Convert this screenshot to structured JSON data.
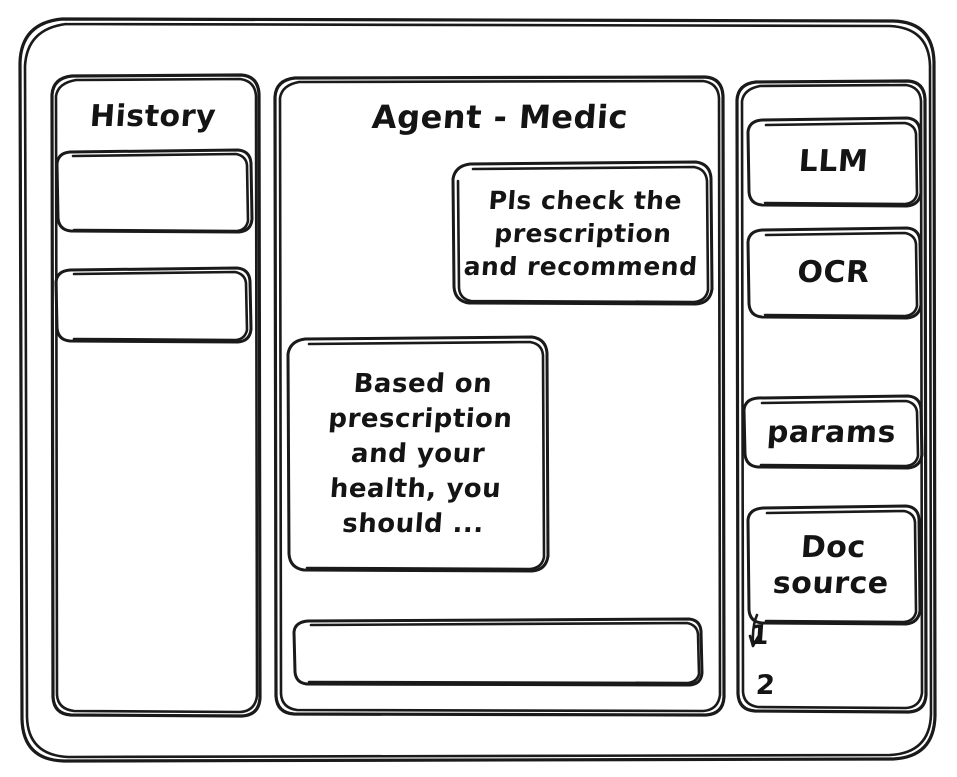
{
  "window": {
    "frame_name": "app-window"
  },
  "sidebar_left": {
    "title": "History",
    "items": [
      {
        "label": ""
      },
      {
        "label": ""
      }
    ]
  },
  "main": {
    "title": "Agent - Medic",
    "messages": [
      {
        "role": "user",
        "lines": [
          "Pls check the",
          "prescription",
          "and recommend"
        ]
      },
      {
        "role": "assistant",
        "lines": [
          "Based on",
          "prescription",
          "and your",
          "health, you",
          "should ..."
        ]
      }
    ],
    "composer": {
      "value": "",
      "placeholder": ""
    }
  },
  "sidebar_right": {
    "chips": [
      {
        "name": "llm",
        "lines": [
          "LLM"
        ]
      },
      {
        "name": "ocr",
        "lines": [
          "OCR"
        ]
      },
      {
        "name": "params",
        "lines": [
          "params"
        ]
      },
      {
        "name": "doc-source",
        "lines": [
          "Doc",
          "source"
        ]
      }
    ],
    "source_list": [
      "1",
      "2"
    ]
  },
  "colors": {
    "ink": "#1a1a1a",
    "paper": "#ffffff"
  }
}
